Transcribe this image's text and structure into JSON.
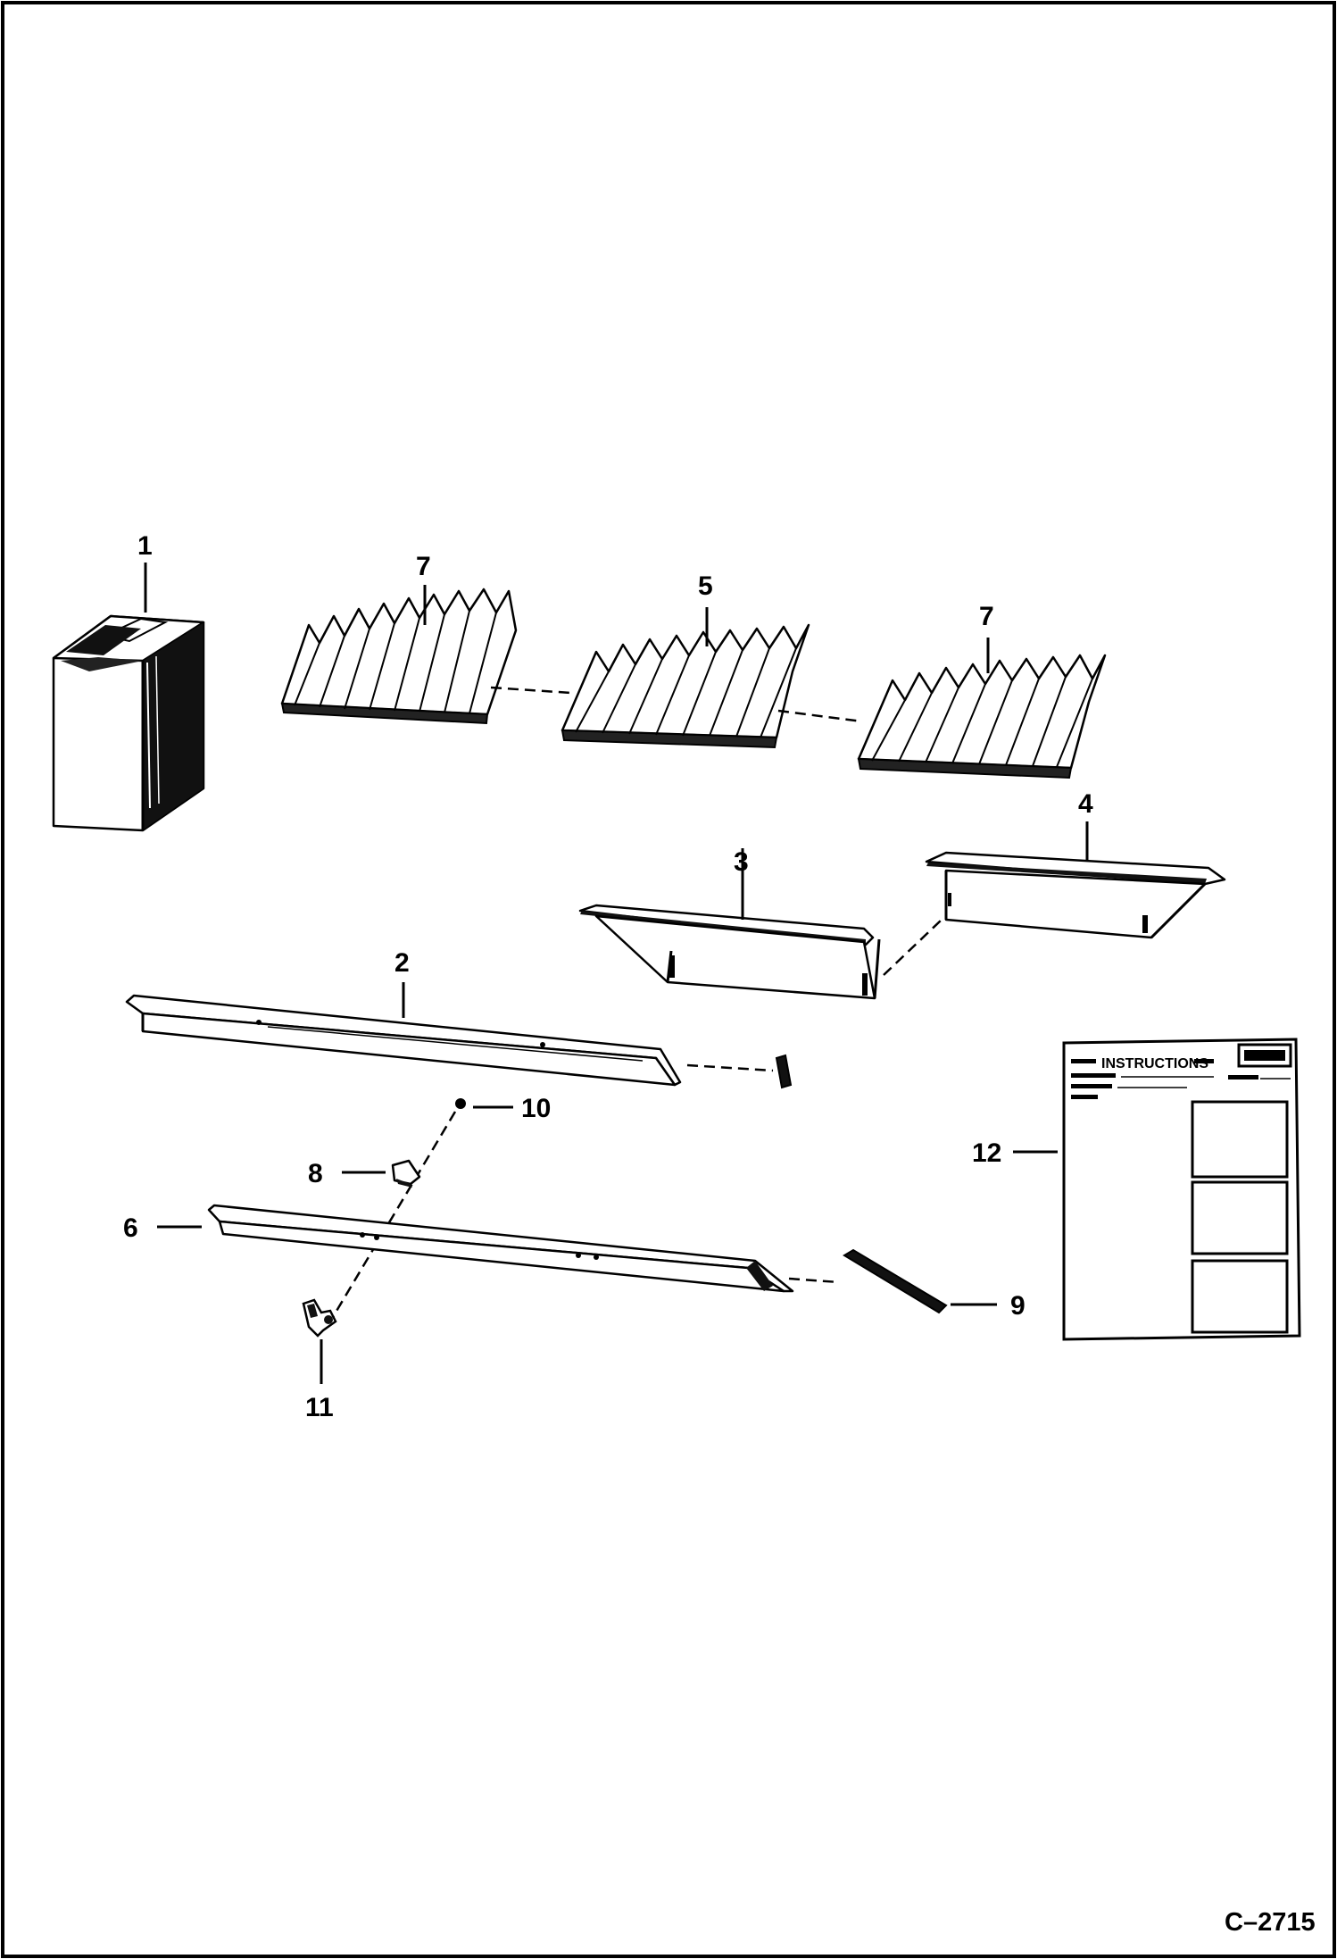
{
  "callouts": {
    "c1": "1",
    "c7a": "7",
    "c5": "5",
    "c7b": "7",
    "c4": "4",
    "c3": "3",
    "c2": "2",
    "c10": "10",
    "c8": "8",
    "c6": "6",
    "c12": "12",
    "c9": "9",
    "c11": "11"
  },
  "instruction_card": {
    "heading": "INSTRUCTIONS"
  },
  "document_code": "C–2715",
  "colors": {
    "ink": "#000000",
    "paper": "#ffffff"
  }
}
